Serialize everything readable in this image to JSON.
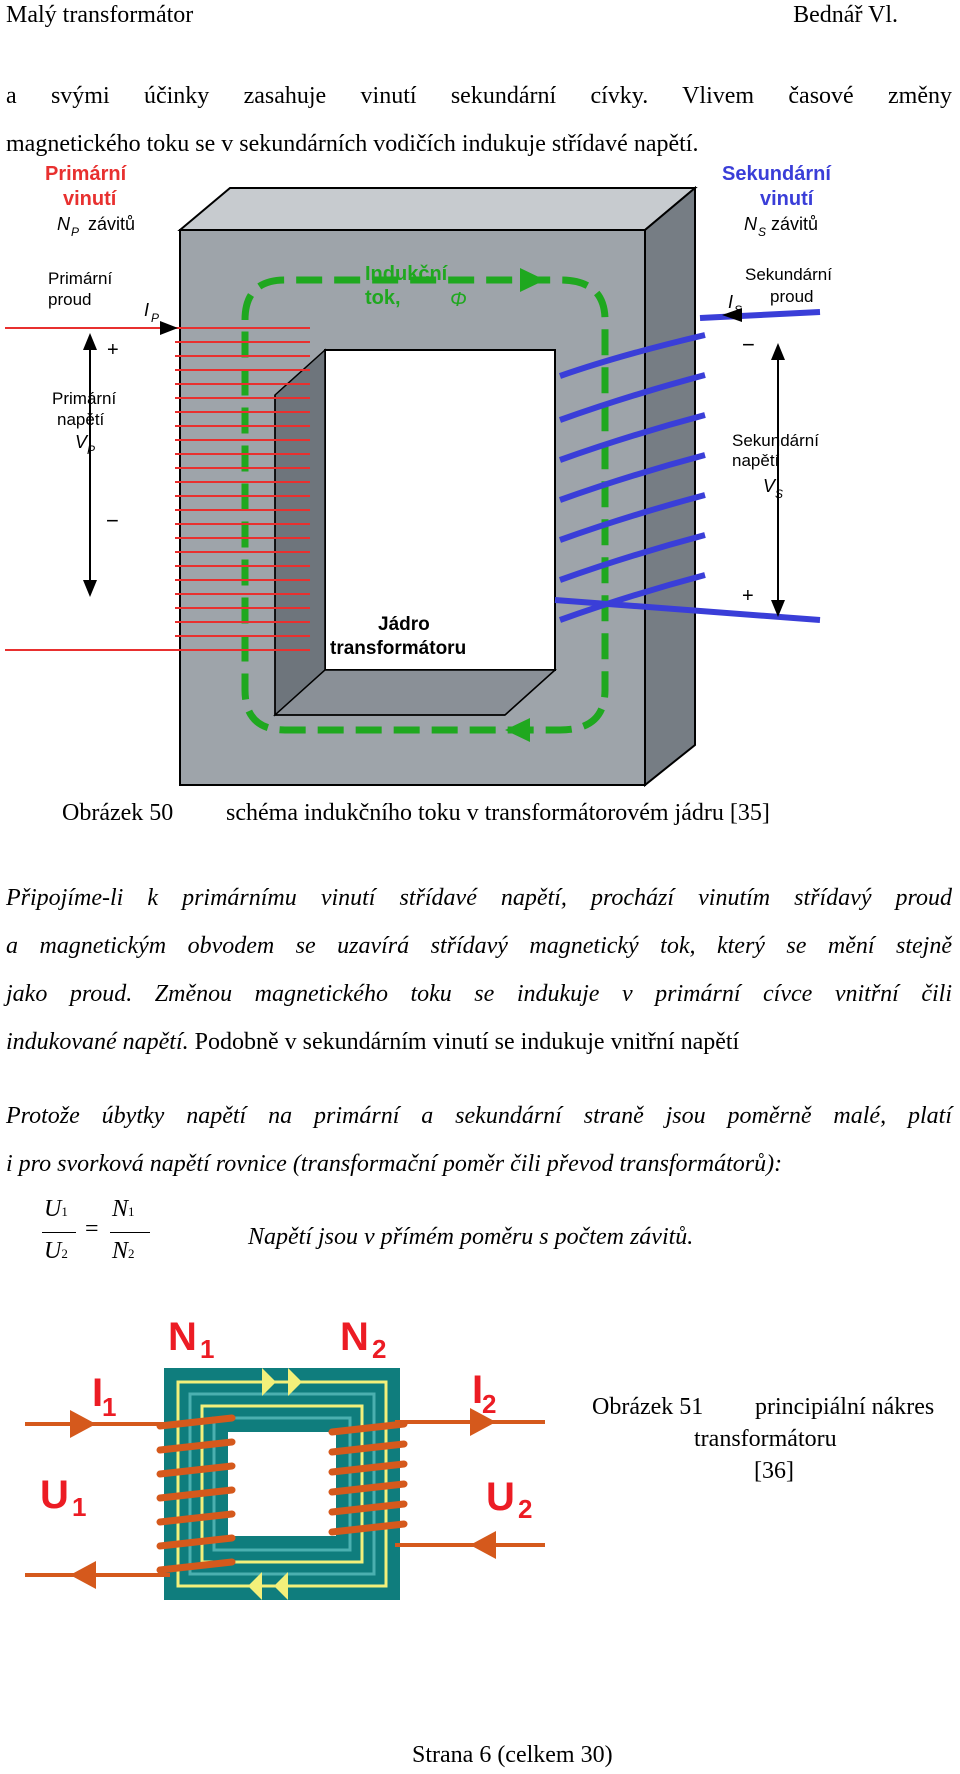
{
  "header": {
    "left": "Malý transformátor",
    "right": "Bednář Vl."
  },
  "intro": {
    "line1": "a svými účinky zasahuje vinutí sekundární cívky. Vlivem časové změny",
    "line2": "magnetického toku se v sekundárních vodičích indukuje střídavé napětí."
  },
  "figure50": {
    "primary_title_1": "Primární",
    "primary_title_2": "vinutí",
    "primary_turns": "závitů",
    "np_symbol": "N",
    "np_sub": "P",
    "secondary_title_1": "Sekundární",
    "secondary_title_2": "vinutí",
    "ns_symbol": "N",
    "ns_sub": "S",
    "secondary_turns": "závitů",
    "primary_current_1": "Primární",
    "primary_current_2": "proud",
    "ip_symbol": "I",
    "ip_sub": "P",
    "flux_1": "Indukční",
    "flux_2": "tok,",
    "flux_symbol": "Φ",
    "secondary_current_1": "Sekundární",
    "secondary_current_2": "proud",
    "is_symbol": "I",
    "is_sub": "S",
    "plus": "+",
    "minus": "−",
    "primary_voltage_1": "Primární",
    "primary_voltage_2": "napětí",
    "vp_symbol": "V",
    "vp_sub": "P",
    "secondary_voltage_1": "Sekundární",
    "secondary_voltage_2": "napětí",
    "vs_symbol": "V",
    "vs_sub": "S",
    "core_1": "Jádro",
    "core_2": "transformátoru",
    "colors": {
      "primary": "#e8302f",
      "secondary": "#3a3ed8",
      "flux": "#1fa81f",
      "core": "#9ea4aa"
    }
  },
  "caption50": {
    "label": "Obrázek 50",
    "text": "schéma indukčního toku v transformátorovém jádru [35]"
  },
  "para1": {
    "line1": "Připojíme-li k primárnímu vinutí střídavé napětí, prochází vinutím střídavý proud",
    "line2": "a magnetickým obvodem se uzavírá střídavý magnetický tok, který se mění stejně",
    "line3": "jako proud. Změnou magnetického toku se indukuje v primární cívce vnitřní čili",
    "line4_it": "indukované napětí.",
    "line4_rest": " Podobně v sekundárním vinutí se indukuje vnitřní napětí"
  },
  "para2": {
    "line1": "Protože úbytky napětí na primární a sekundární straně jsou poměrně malé, platí",
    "line2": "i pro svorková napětí rovnice (transformační poměr čili převod transformátorů):"
  },
  "formula": {
    "u": "U",
    "u1_sub": "1",
    "u2_sub": "2",
    "n": "N",
    "n1_sub": "1",
    "n2_sub": "2",
    "eq": "=",
    "note": "Napětí jsou v přímém poměru s počtem závitů."
  },
  "figure51": {
    "n": "N",
    "n1_sub": "1",
    "n2_sub": "2",
    "i": "I",
    "i1_sub": "1",
    "i2_sub": "2",
    "u": "U",
    "u1_sub": "1",
    "u2_sub": "2",
    "colors": {
      "labels": "#ec1c24",
      "core": "#0f7d7d",
      "coil": "#d5591c",
      "flux": "#f3f07a"
    }
  },
  "caption51": {
    "line1_label": "Obrázek 51",
    "line1_text": "principiální nákres",
    "line2": "transformátoru",
    "line3": "[36]"
  },
  "footer": {
    "page": "Strana 6 (celkem 30)"
  }
}
